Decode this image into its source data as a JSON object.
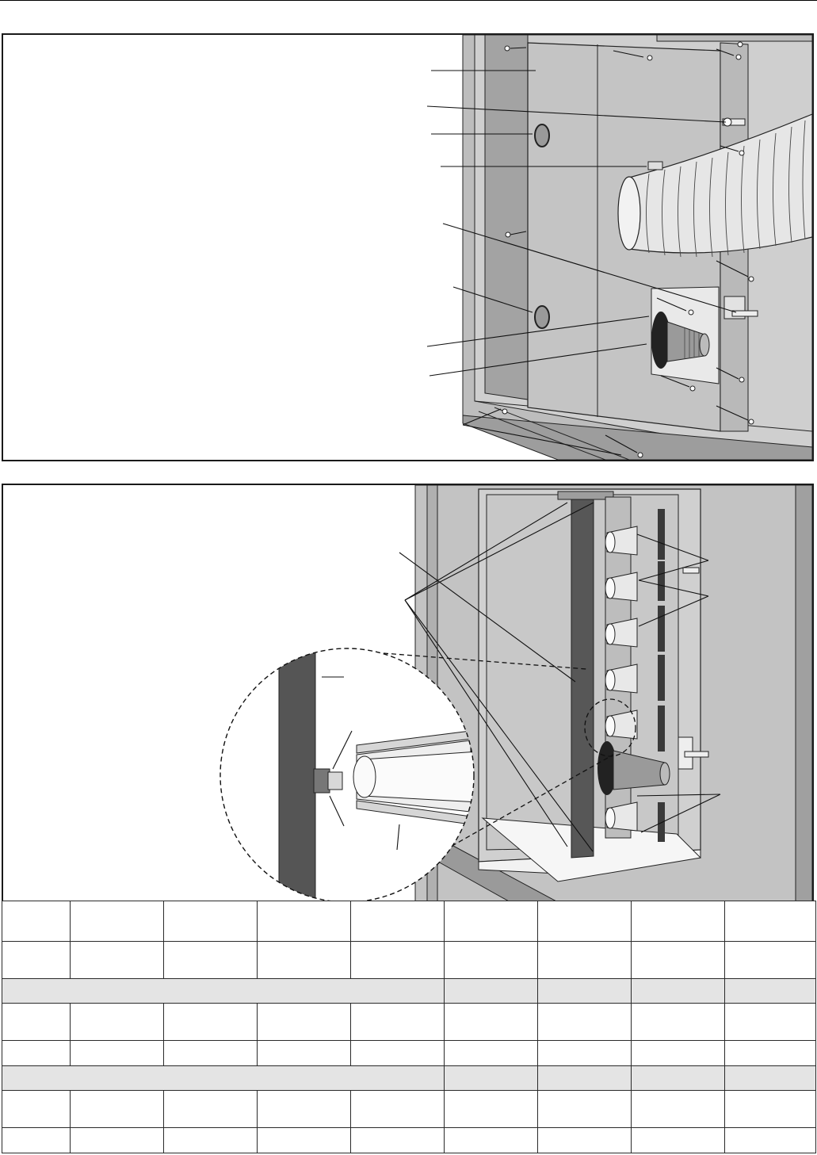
{
  "document": {
    "figures": [
      {
        "name": "duct-adapter-installation-figure"
      },
      {
        "name": "wall-sleeve-interior-figure"
      }
    ],
    "table": {
      "columns": 9,
      "rows": [
        {
          "kind": "header",
          "cells": [
            "",
            "",
            "",
            "",
            "",
            "",
            "",
            "",
            ""
          ]
        },
        {
          "kind": "data",
          "cells": [
            "",
            "",
            "",
            "",
            "",
            "",
            "",
            "",
            ""
          ]
        },
        {
          "kind": "band",
          "cells": [
            "",
            "",
            "",
            "",
            ""
          ]
        },
        {
          "kind": "data",
          "cells": [
            "",
            "",
            "",
            "",
            "",
            "",
            "",
            "",
            ""
          ]
        },
        {
          "kind": "data-short",
          "cells": [
            "",
            "",
            "",
            "",
            "",
            "",
            "",
            "",
            ""
          ]
        },
        {
          "kind": "band",
          "cells": [
            "",
            "",
            "",
            "",
            ""
          ]
        },
        {
          "kind": "data",
          "cells": [
            "",
            "",
            "",
            "",
            "",
            "",
            "",
            "",
            ""
          ]
        },
        {
          "kind": "data-short",
          "cells": [
            "",
            "",
            "",
            "",
            "",
            "",
            "",
            "",
            ""
          ]
        }
      ]
    },
    "colors": {
      "panel_gray": "#c9c9c9",
      "panel_dark": "#9a9a9a",
      "dark_bar": "#555555",
      "band_fill": "#e4e4e4",
      "rule": "#1a1a1a"
    }
  }
}
